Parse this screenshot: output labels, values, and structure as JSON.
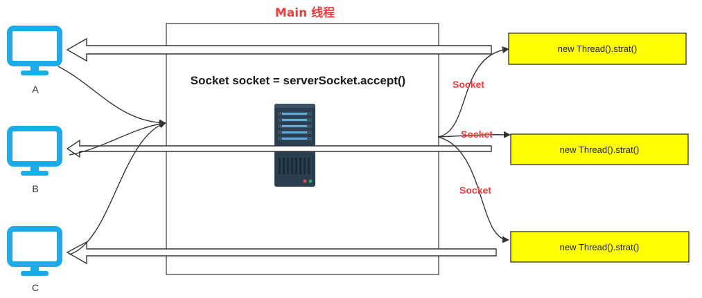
{
  "title": "Main 线程",
  "code_line": "Socket socket = serverSocket.accept()",
  "clients": [
    {
      "label": "A",
      "icon": "monitor-icon"
    },
    {
      "label": "B",
      "icon": "monitor-icon"
    },
    {
      "label": "C",
      "icon": "monitor-icon"
    }
  ],
  "threads": [
    {
      "label": "new Thread().strat()"
    },
    {
      "label": "new Thread().strat()"
    },
    {
      "label": "new Thread().strat()"
    }
  ],
  "socket_labels": [
    "Socket",
    "Socket",
    "Socket"
  ],
  "server_icon": "server-rack-icon",
  "colors": {
    "monitor": "#1AABE8",
    "title": "#F23B3B",
    "socket_label": "#F23B3B",
    "thread_box_fill": "#FFFF00",
    "thread_box_stroke": "#222222",
    "server": "#2B3E50",
    "server_light": "#5FA8D9",
    "server_red": "#E74C3C",
    "server_green": "#27AE60",
    "line": "#333333"
  }
}
